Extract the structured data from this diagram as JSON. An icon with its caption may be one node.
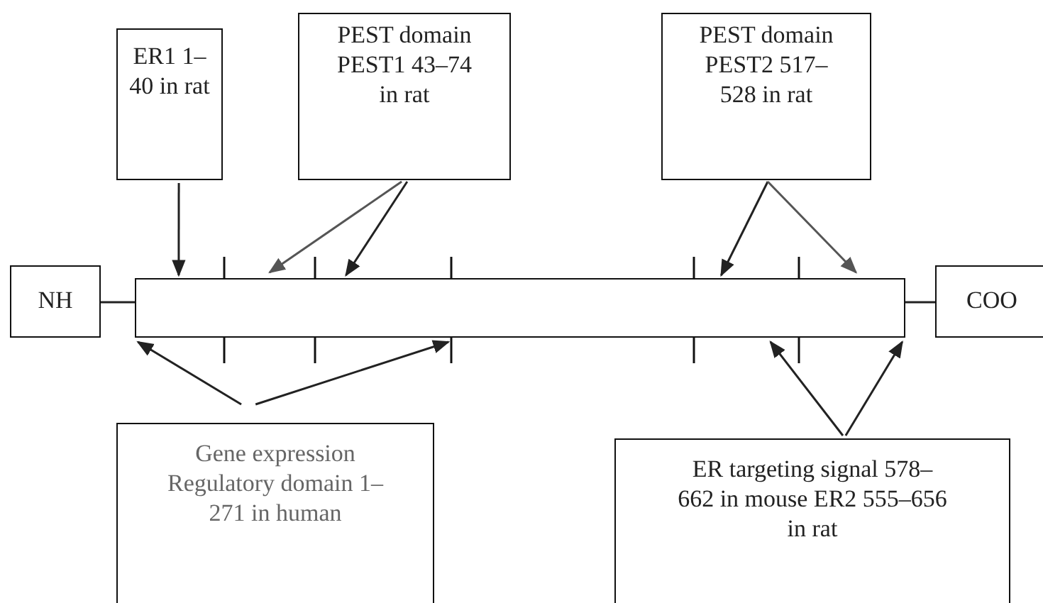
{
  "diagram": {
    "nodes": [
      {
        "text": [
          "ER1 1–40 in rat"
        ]
      },
      {
        "text": [
          "PEST domain PEST1 43–74 in rat"
        ]
      },
      {
        "text": [
          "PEST domain PEST2 517–528 in rat"
        ]
      },
      {
        "text": [
          "NH"
        ]
      },
      {
        "text": [],
        "shape": "bar"
      },
      {
        "text": [
          "COO"
        ]
      },
      {
        "text": [
          "Gene expression Regulatory domain 1–271 in human"
        ]
      },
      {
        "text": [
          "ER targeting signal 578–662 in mouse ER2 555–656 in rat"
        ]
      }
    ],
    "edges": [
      {
        "from": 0,
        "to": 4,
        "arrow": "to"
      },
      {
        "from": 1,
        "to": 4,
        "arrow": "to",
        "color": "#555555"
      },
      {
        "from": 1,
        "to": 4,
        "arrow": "to"
      },
      {
        "from": 2,
        "to": 4,
        "arrow": "to"
      },
      {
        "from": 2,
        "to": 4,
        "arrow": "to",
        "color": "#555555"
      },
      {
        "from": 3,
        "to": 4,
        "arrow": "none"
      },
      {
        "from": 4,
        "to": 5,
        "arrow": "none"
      },
      {
        "from": 6,
        "to": 4,
        "arrow": "to"
      },
      {
        "from": 6,
        "to": 4,
        "arrow": "to"
      },
      {
        "from": 7,
        "to": 4,
        "arrow": "to"
      },
      {
        "from": 7,
        "to": 4,
        "arrow": "to"
      }
    ]
  }
}
